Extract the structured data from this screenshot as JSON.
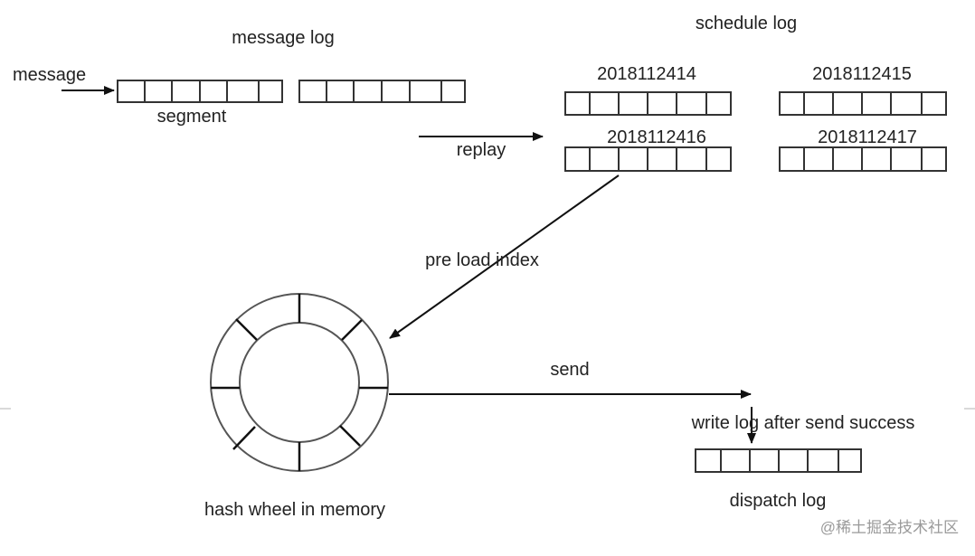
{
  "labels": {
    "message_log": "message log",
    "message": "message",
    "segment": "segment",
    "schedule_log": "schedule log",
    "replay": "replay",
    "pre_load_index": "pre load index",
    "send": "send",
    "write_log": "write log after send success",
    "hash_wheel": "hash wheel in memory",
    "dispatch_log": "dispatch log"
  },
  "schedule_segments": [
    "2018112414",
    "2018112415",
    "2018112416",
    "2018112417"
  ],
  "watermark": "@稀土掘金技术社区",
  "colors": {
    "stroke": "#333333",
    "arrow": "#111111",
    "ring": "#555555",
    "watermark": "#9a9a9a"
  }
}
